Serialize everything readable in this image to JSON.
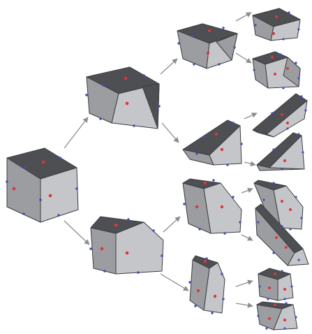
{
  "diagram": {
    "kind": "recursive-cut-tree",
    "levels": 4,
    "colors": {
      "background": "#ffffff",
      "face_top": "#4d4f53",
      "face_front": "#c4c6c9",
      "face_side": "#9b9da1",
      "edge": "#3b3d40",
      "face_point": "#e0353a",
      "edge_point": "#3f4cc4",
      "arrow": "#8a8c90"
    },
    "nodes": [
      {
        "id": "root",
        "level": 0,
        "shape": "cube"
      },
      {
        "id": "a",
        "level": 1,
        "parent": "root",
        "shape": "truncated-block"
      },
      {
        "id": "b",
        "level": 1,
        "parent": "root",
        "shape": "truncated-block"
      },
      {
        "id": "a1",
        "level": 2,
        "parent": "a",
        "shape": "wedge"
      },
      {
        "id": "a2",
        "level": 2,
        "parent": "a",
        "shape": "wedge"
      },
      {
        "id": "b1",
        "level": 2,
        "parent": "b",
        "shape": "slab"
      },
      {
        "id": "b2",
        "level": 2,
        "parent": "b",
        "shape": "column"
      },
      {
        "id": "a1x",
        "level": 3,
        "parent": "a1",
        "shape": "wedge"
      },
      {
        "id": "a1y",
        "level": 3,
        "parent": "a1",
        "shape": "wedge"
      },
      {
        "id": "a2x",
        "level": 3,
        "parent": "a2",
        "shape": "shard"
      },
      {
        "id": "a2y",
        "level": 3,
        "parent": "a2",
        "shape": "shard"
      },
      {
        "id": "b1x",
        "level": 3,
        "parent": "b1",
        "shape": "slab"
      },
      {
        "id": "b1y",
        "level": 3,
        "parent": "b1",
        "shape": "slab"
      },
      {
        "id": "b2x",
        "level": 3,
        "parent": "b2",
        "shape": "slab"
      },
      {
        "id": "b2y",
        "level": 3,
        "parent": "b2",
        "shape": "slab"
      }
    ]
  }
}
